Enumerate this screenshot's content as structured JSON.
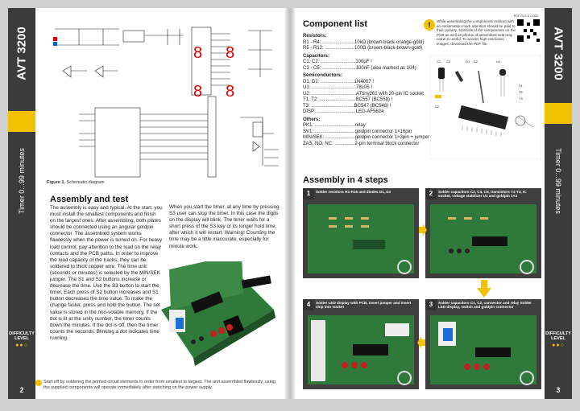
{
  "left_page": {
    "sidebar_title": "AVT 3200",
    "sidebar_subtitle": "Timer 0...99 minutes",
    "difficulty_label": "DIFFICULTY LEVEL",
    "page_number": "2",
    "figure_caption_bold": "Figure 1.",
    "figure_caption": " Schematic diagram",
    "heading": "Assembly and test",
    "col1": "The assembly is easy and typical. At the start, you must install the smallest components and finish on the largest ones. After assembling, both plates should be connected using an angular goldpin connector. The assembled system works flawlessly when the power is turned on. For heavy load control, pay attention to the load on the relay contacts and the PCB paths. In order to improve the load capacity of the tracks, they can be soldered to thick copper wire. The time unit (seconds or minutes) is selected by the MIN/SEK jumper. The S1 and S2 buttons increase or decrease the time. Use the S3 button to start the timer. Each press of S2 button increases and S1 button decreases the time value. To make the change faster, press and hold the button. The set value is stored in the non-volatile memory. If the dot is lit at the unity number, the timer counts down the minutes. If the dot is off, then the timer counts the seconds. Blinking a dot indicates time running.",
    "col2": "When you start the timer, at any time by pressing S3 user can stop the timer. In this case the digits on the display will blink. The timer waits for a short press of the S3 key or its longer hold time, after which it will restart. Warning! Counting the time may be a little inaccurate, especially for minute work.",
    "tip": "Start off by soldering the printed circuit elements in order from smallest to largest. The unit assembled flawlessly, using the supplied components will operate immediately after switching on the power supply."
  },
  "right_page": {
    "sidebar_title": "AVT 3200",
    "sidebar_subtitle": "Timer 0...99 minutes",
    "difficulty_label": "DIFFICULTY LEVEL",
    "page_number": "3",
    "component_heading": "Component list",
    "components": [
      {
        "type": "head",
        "text": "Resistors:"
      },
      {
        "type": "item",
        "text": "R1 - R4: ........................10kΩ (brown-black-orange-gold)"
      },
      {
        "type": "item",
        "text": "R5 - R12: ......................100Ω (brown-black-brown-gold)"
      },
      {
        "type": "head",
        "text": "Capacitors:"
      },
      {
        "type": "item",
        "text": "C1, C2: ..........................100µF !"
      },
      {
        "type": "item",
        "text": "C3 - C5: .........................100nF (also marked as 104)"
      },
      {
        "type": "head",
        "text": "Semiconductors:"
      },
      {
        "type": "item",
        "text": "D1, D2: .........................1N4007 !"
      },
      {
        "type": "item",
        "text": "U1: .................................78L05 !"
      },
      {
        "type": "item",
        "text": "U2: .................................ATtiny261 with 20-pin IC socket"
      },
      {
        "type": "item",
        "text": "T1, T2: ...........................BC557 (BC558) !"
      },
      {
        "type": "item",
        "text": "T3: ................................BC547 (BC548) !"
      },
      {
        "type": "item",
        "text": "DISP: .............................LED-AF5624"
      },
      {
        "type": "head",
        "text": "Others:"
      },
      {
        "type": "item",
        "text": "PK1: ..............................relay"
      },
      {
        "type": "item",
        "text": "SV1: ..............................goldpin connector 1×16pin"
      },
      {
        "type": "item",
        "text": "MIN/SEK: ......................goldpin connector 1×3pin + jumper"
      },
      {
        "type": "item",
        "text": "ZAS, NO, NC: ...............2-pin terminal block connector"
      }
    ],
    "note": "While assembling the components marked with an exclamation mark attention should be paid to their polarity. Symbols of the components on the PCB as well as photos of assembled sets may come in useful. To access high-resolution images, download the PDF file.",
    "qr_label": "PDF FILE & CODE",
    "assembly_heading": "Assembly in 4 steps",
    "steps": [
      {
        "num": "1",
        "title": "Solder resistors R1-R16 and diodes D1, D2"
      },
      {
        "num": "2",
        "title": "Solder capacitors C2, C4, C5, transistors T1-T3, IC socket, voltage stabilizer U1 and goldpin 1×3"
      },
      {
        "num": "4",
        "title": "Solder LED display with PCB, insert jumper and insert chip into socket"
      },
      {
        "num": "3",
        "title": "Solder capacitors C1, C2, connector and relay Solder LED display, switch and goldpin connector"
      }
    ],
    "part_labels": [
      "C1",
      "C2",
      "D1",
      "D2",
      "U1",
      "T1",
      "T2",
      "T3",
      "U2"
    ]
  },
  "colors": {
    "sidebar": "#3b3b3b",
    "accent": "#f2c200",
    "pcb": "#2f7a3a"
  }
}
